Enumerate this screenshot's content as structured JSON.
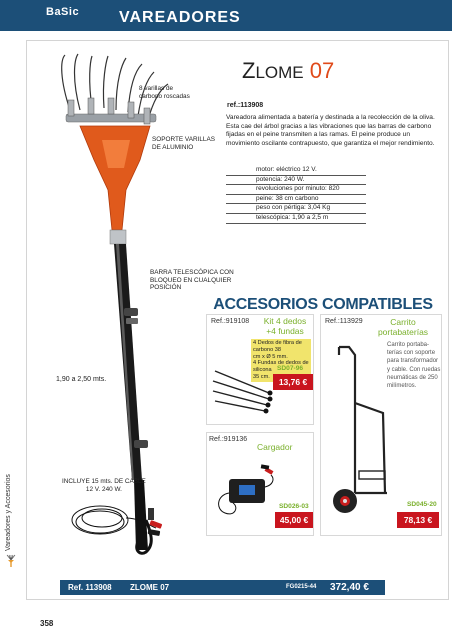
{
  "header": {
    "brand": "BaSic",
    "section": "VAREADORES"
  },
  "sidebar": {
    "label": "Vareadores y Accesorios"
  },
  "product": {
    "title_first": "Z",
    "title_rest": "LOME",
    "title_num": "07",
    "ref": "ref.:113908",
    "description": "Vareadora alimentada a batería y destinada a la recolección de la oliva. Esta cae del árbol gracias a las vibraciones que las barras de carbono fijadas en el peine transmiten a las ramas. El peine produce un movimiento oscilante contrapuesto, que garantiza el mejor rendimiento.",
    "specs": [
      "motor: eléctrico 12 V.",
      "potencia:  240 W.",
      "revoluciones por minuto: 820",
      "peine: 38 cm carbono",
      "peso con pértiga: 3,04 Kg",
      "telescópica: 1,90 a 2,5 m"
    ]
  },
  "callouts": {
    "rods": [
      "8 varillas de",
      "carbono roscadas"
    ],
    "support": [
      "SOPORTE VARILLAS",
      "DE ALUMINIO"
    ],
    "bar": [
      "BARRA TELESCÓPICA CON",
      "BLOQUEO EN CUALQUIER",
      "POSICIÓN"
    ],
    "length": "1,90 a 2,50 mts.",
    "cable": [
      "INCLUYE 15 mts. DE CABLE",
      "12 V. 240 W."
    ]
  },
  "accessories": {
    "title": "ACCESORIOS COMPATIBLES",
    "items": [
      {
        "ref": "Ref.:919108",
        "name": [
          "Kit 4 dedos",
          "+4 fundas"
        ],
        "note": [
          "4 Dedos de fibra de carbono 38",
          "cm x Ø 5 mm.",
          "4 Fundas de dedos de silicona",
          "35 cm."
        ],
        "code": "SD07-96",
        "price": "13,76 €"
      },
      {
        "ref": "Ref.:113929",
        "name": [
          "Carrito",
          "portabaterías"
        ],
        "desc": [
          "Carrito portaba-",
          "terías con soporte",
          "para transformador",
          "y cable. Con ruedas",
          "neumáticas de 250",
          "milímetros."
        ],
        "code": "SD045-20",
        "price": "78,13 €"
      },
      {
        "ref": "Ref.:919136",
        "name": [
          "Cargador"
        ],
        "code": "SD026-03",
        "price": "45,00 €"
      }
    ]
  },
  "footer": {
    "ref": "Ref. 113908",
    "model": "ZLOME 07",
    "code": "FG0215-44",
    "price": "372,40 €"
  },
  "page_number": "358",
  "colors": {
    "brand_blue": "#1c4f78",
    "accent_orange": "#e04a1a",
    "accessory_green": "#7ab02c",
    "price_red": "#c9151e"
  }
}
